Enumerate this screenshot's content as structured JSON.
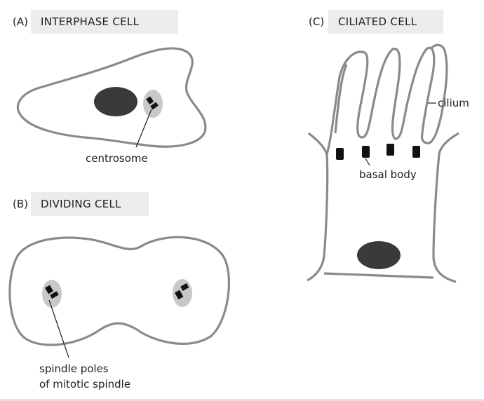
{
  "panels": {
    "a": {
      "letter": "(A)",
      "title": "INTERPHASE CELL",
      "callout": "centrosome"
    },
    "b": {
      "letter": "(B)",
      "title": "DIVIDING CELL",
      "callout_line1": "spindle poles",
      "callout_line2": "of mitotic spindle"
    },
    "c": {
      "letter": "(C)",
      "title": "CILIATED CELL",
      "callout_cilium": "cilium",
      "callout_basal": "basal body"
    }
  },
  "colors": {
    "membrane": "#8a8a8a",
    "nucleus": "#3a3a3a",
    "centrosome_halo": "#c8c8c8",
    "centriole": "#111111",
    "title_bg": "#ececec"
  }
}
